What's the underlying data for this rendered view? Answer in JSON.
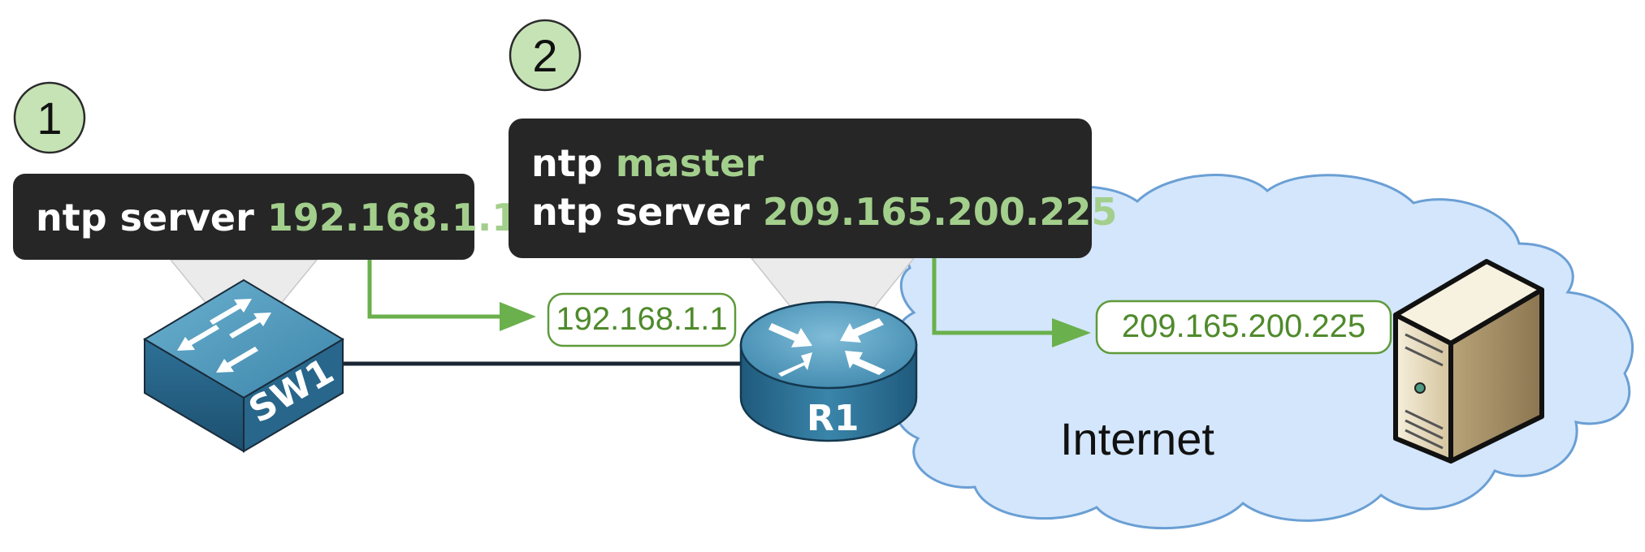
{
  "badges": {
    "step1": "1",
    "step2": "2"
  },
  "sw1_config": {
    "prefix": "ntp server ",
    "value": "192.168.1.1"
  },
  "r1_config": {
    "line1_prefix": "ntp ",
    "line1_value": "master",
    "line2_prefix": "ntp server ",
    "line2_value": "209.165.200.225"
  },
  "targets": {
    "r1_address": "192.168.1.1",
    "internet_server_address": "209.165.200.225"
  },
  "devices": {
    "switch_label": "SW1",
    "router_label": "R1"
  },
  "cloud_label": "Internet",
  "colors": {
    "accent_green": "#6ab04c",
    "command_bg": "#262626",
    "badge_fill": "#c6e3b5",
    "cloud_fill": "#d3e6fb",
    "cloud_stroke": "#6a9fd4"
  }
}
